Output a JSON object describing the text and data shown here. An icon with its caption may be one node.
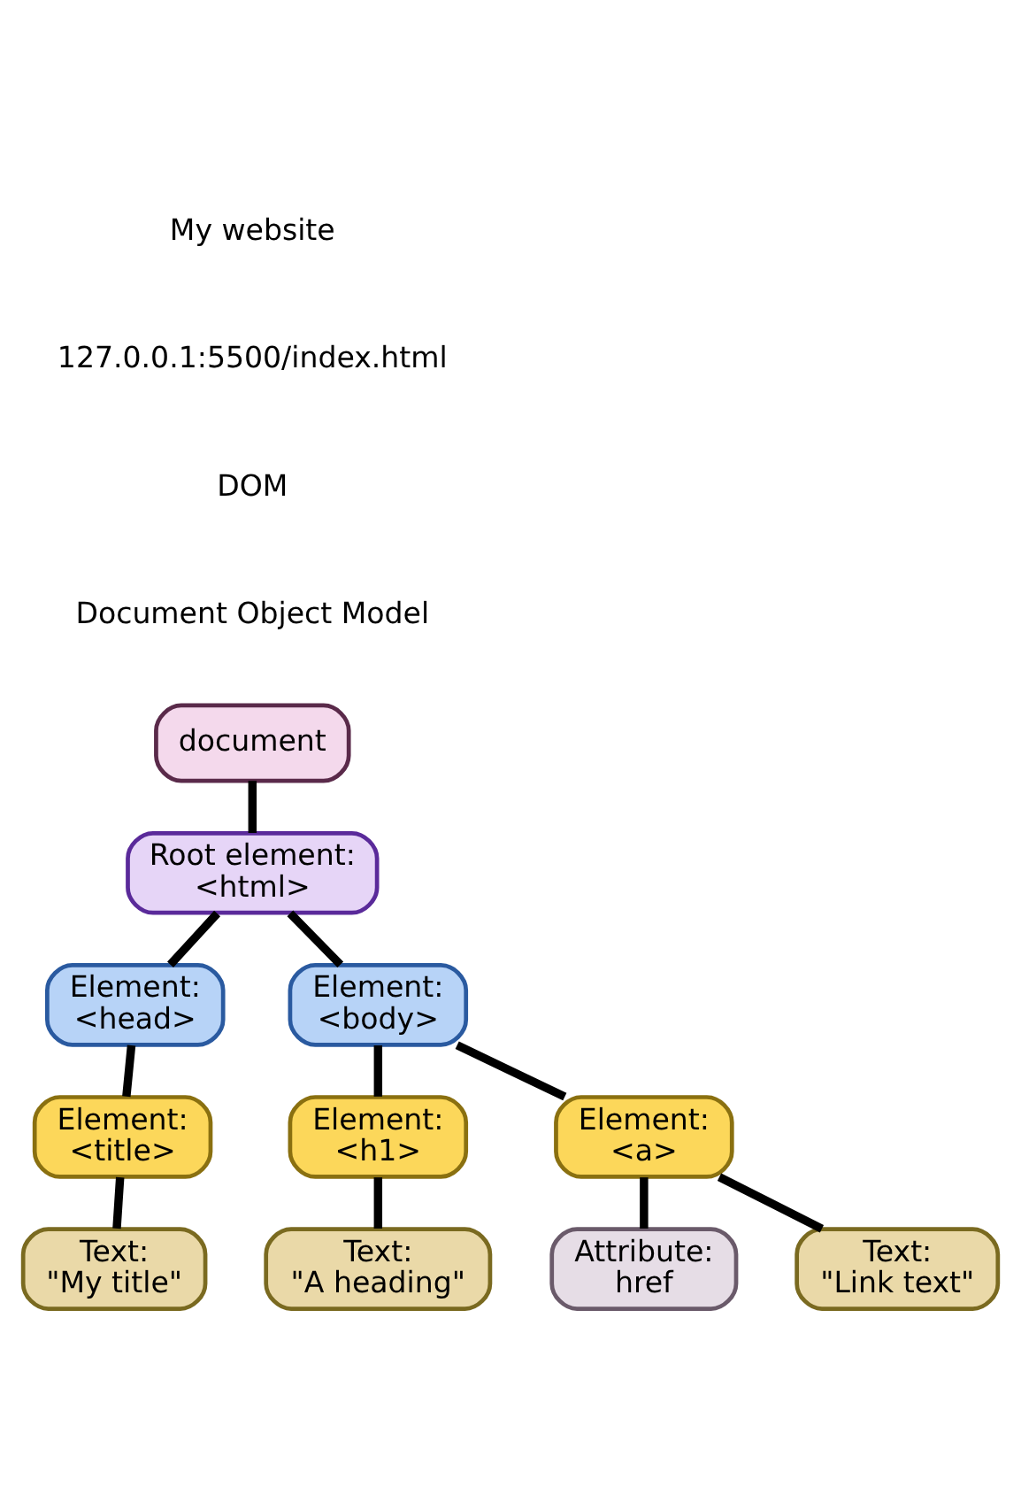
{
  "diagram": {
    "nodes": [
      {
        "text": [
          "document"
        ]
      },
      {
        "text": [
          "Root element:",
          "<html>"
        ]
      },
      {
        "text": [
          "Element:",
          "<head>"
        ]
      },
      {
        "text": [
          "Element:",
          "<title>"
        ]
      },
      {
        "text": [
          "Text:",
          "\"My title\""
        ]
      },
      {
        "text": [
          "Element:",
          "<body>"
        ]
      },
      {
        "text": [
          "Element:",
          "<h1>"
        ]
      },
      {
        "text": [
          "Text:",
          "\"A heading\""
        ]
      },
      {
        "text": [
          "Element:",
          "<a>"
        ]
      },
      {
        "text": [
          "Attribute:",
          "href"
        ]
      },
      {
        "text": [
          "Text:",
          "\"Link text\""
        ]
      }
    ],
    "edges": [
      {
        "from": 0,
        "to": 1,
        "arrow": "none"
      },
      {
        "from": 1,
        "to": 2,
        "arrow": "none"
      },
      {
        "from": 1,
        "to": 5,
        "arrow": "none"
      },
      {
        "from": 2,
        "to": 3,
        "arrow": "none"
      },
      {
        "from": 3,
        "to": 4,
        "arrow": "none"
      },
      {
        "from": 5,
        "to": 6,
        "arrow": "none"
      },
      {
        "from": 6,
        "to": 7,
        "arrow": "none"
      },
      {
        "from": 5,
        "to": 8,
        "arrow": "none"
      },
      {
        "from": 8,
        "to": 9,
        "arrow": "none"
      },
      {
        "from": 8,
        "to": 10,
        "arrow": "none"
      }
    ],
    "labels": [
      "My website",
      "127.0.0.1:5500/index.html",
      "DOM",
      "Document Object Model"
    ]
  }
}
